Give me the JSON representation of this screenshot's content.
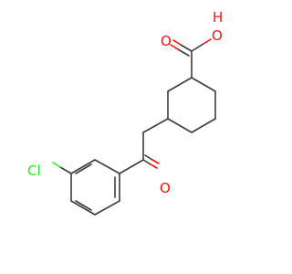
{
  "molecule": {
    "atoms": {
      "hydroxyl_oxygen": "O",
      "hydroxyl_hydrogen": "H",
      "carbonyl_oxygen_acid": "O",
      "ketone_oxygen": "O",
      "chlorine": "Cl"
    },
    "colors": {
      "bond": "#3c3c3c",
      "oxygen": "#ff0d0d",
      "chlorine": "#1ff01f",
      "background": "#ffffff"
    }
  }
}
